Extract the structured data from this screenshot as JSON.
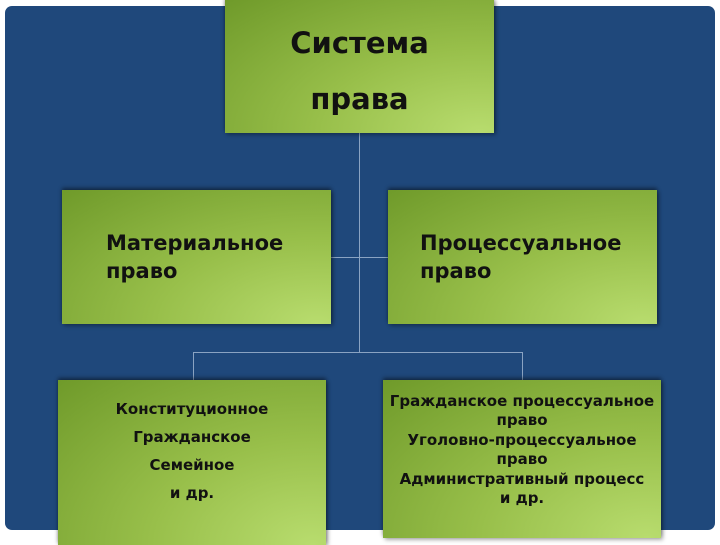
{
  "root": {
    "lines": [
      "Система",
      "права"
    ]
  },
  "level2": [
    {
      "lines": [
        "Материальное",
        "право"
      ]
    },
    {
      "lines": [
        "Процессуальное",
        "право"
      ]
    }
  ],
  "level3": [
    {
      "lines": [
        "Конституционное",
        "Гражданское",
        "Семейное",
        "и др."
      ]
    },
    {
      "lines": [
        "Гражданское процессуальное",
        "право",
        "Уголовно-процессуальное",
        "право",
        "Административный процесс",
        "и др."
      ]
    }
  ],
  "colors": {
    "background": "#1f487b",
    "box_dark": "#6f9a2a",
    "box_light": "#b8dc6e"
  }
}
